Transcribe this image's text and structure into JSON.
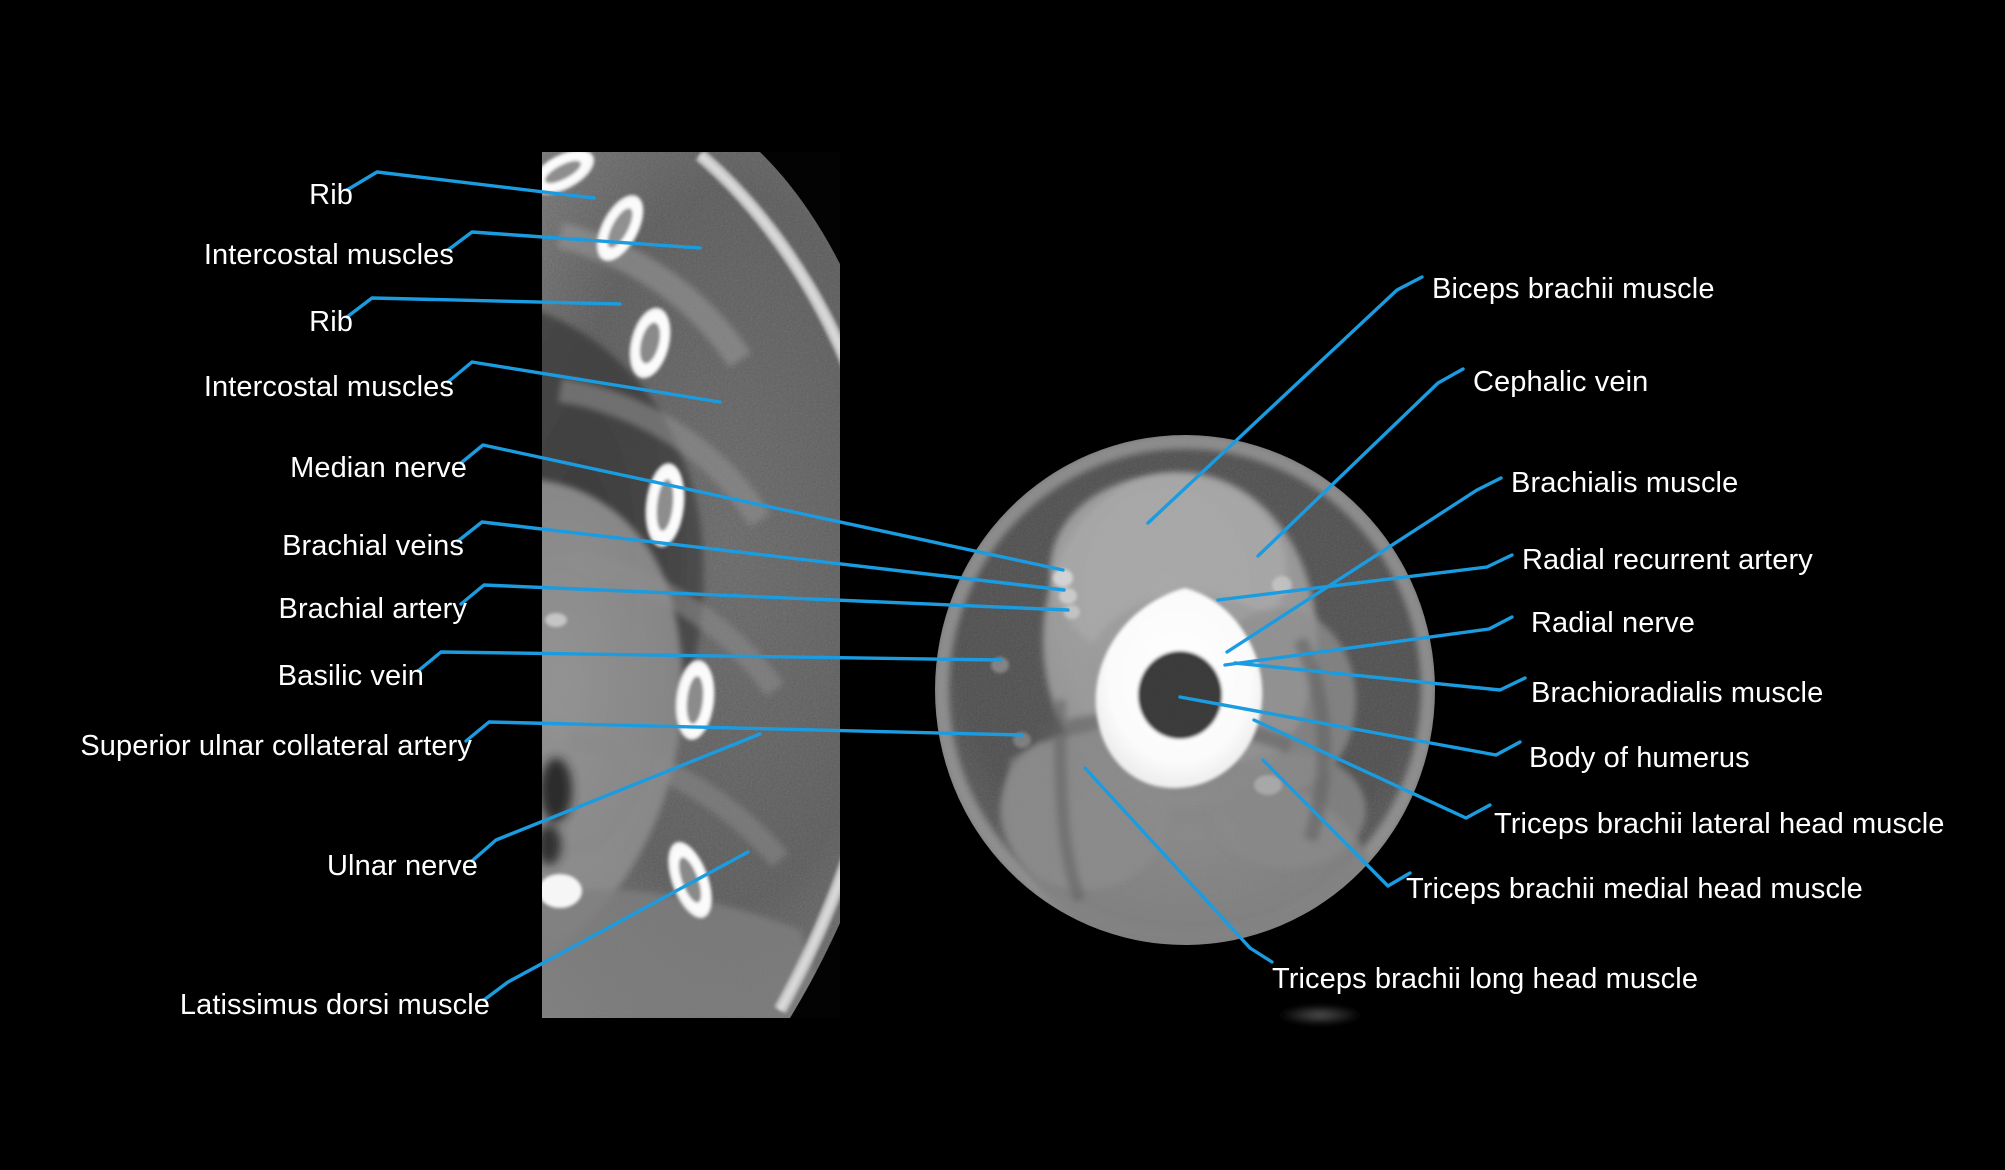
{
  "figure": {
    "kind": "annotated-ct-cross-section",
    "background_color": "#000000",
    "leader_line_color": "#1b9ce0",
    "label_text_color": "#ffffff",
    "panels": [
      {
        "name": "thorax-axial-ct-panel",
        "description": "axial CT of lateral chest wall with ribs"
      },
      {
        "name": "upper-arm-axial-ct-panel",
        "description": "axial CT of upper arm with humerus"
      }
    ]
  },
  "labels_left": [
    {
      "id": "rib-upper",
      "text": "Rib"
    },
    {
      "id": "intercostal-muscles-upper",
      "text": "Intercostal muscles"
    },
    {
      "id": "rib-lower",
      "text": "Rib"
    },
    {
      "id": "intercostal-muscles-lower",
      "text": "Intercostal muscles"
    },
    {
      "id": "median-nerve",
      "text": "Median nerve"
    },
    {
      "id": "brachial-veins",
      "text": "Brachial veins"
    },
    {
      "id": "brachial-artery",
      "text": "Brachial artery"
    },
    {
      "id": "basilic-vein",
      "text": "Basilic vein"
    },
    {
      "id": "superior-ulnar-collateral-artery",
      "text": "Superior ulnar collateral artery"
    },
    {
      "id": "ulnar-nerve",
      "text": "Ulnar nerve"
    },
    {
      "id": "latissimus-dorsi-muscle",
      "text": "Latissimus dorsi muscle"
    }
  ],
  "labels_right": [
    {
      "id": "biceps-brachii-muscle",
      "text": "Biceps brachii muscle"
    },
    {
      "id": "cephalic-vein",
      "text": "Cephalic vein"
    },
    {
      "id": "brachialis-muscle",
      "text": "Brachialis muscle"
    },
    {
      "id": "radial-recurrent-artery",
      "text": "Radial recurrent artery"
    },
    {
      "id": "radial-nerve",
      "text": "Radial nerve"
    },
    {
      "id": "brachioradialis-muscle",
      "text": "Brachioradialis muscle"
    },
    {
      "id": "body-of-humerus",
      "text": "Body of humerus"
    },
    {
      "id": "triceps-brachii-lateral-head-muscle",
      "text": "Triceps brachii lateral head muscle"
    },
    {
      "id": "triceps-brachii-medial-head-muscle",
      "text": "Triceps brachii medial head muscle"
    },
    {
      "id": "triceps-brachii-long-head-muscle",
      "text": "Triceps brachii long head muscle"
    }
  ]
}
